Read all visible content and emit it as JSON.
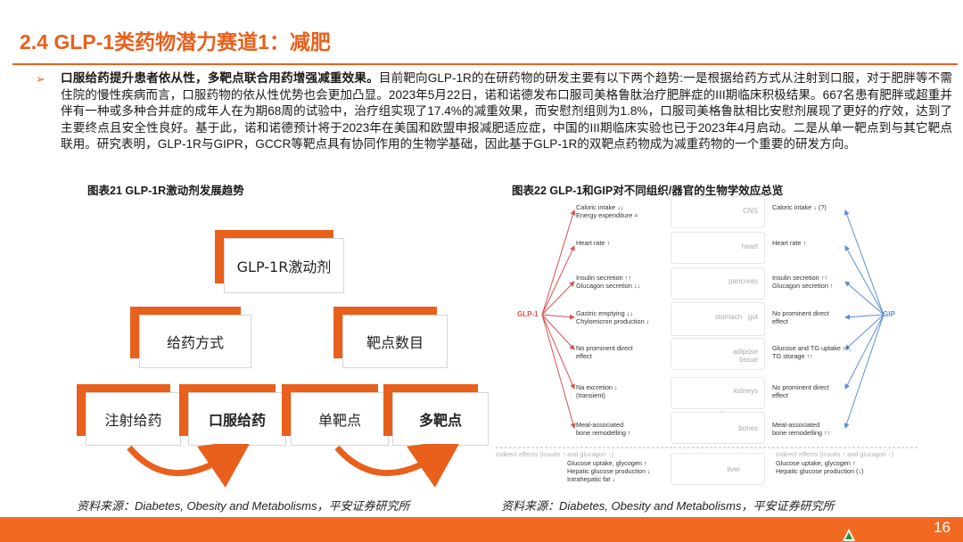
{
  "title": "2.4 GLP-1类药物潜力赛道1：减肥",
  "bullet": "➢",
  "paragraph": {
    "lead": "口服给药提升患者依从性，多靶点联合用药增强减重效果。",
    "body": "目前靶向GLP-1R的在研药物的研发主要有以下两个趋势:一是根据给药方式从注射到口服，对于肥胖等不需住院的慢性疾病而言，口服药物的依从性优势也会更加凸显。2023年5月22日，诺和诺德发布口服司美格鲁肽治疗肥胖症的III期临床积极结果。667名患有肥胖或超重并伴有一种或多种合并症的成年人在为期68周的试验中，治疗组实现了17.4%的减重效果，而安慰剂组则为1.8%，口服司美格鲁肽相比安慰剂展现了更好的疗效，达到了主要终点且安全性良好。基于此，诺和诺德预计将于2023年在美国和欧盟申报减肥适应症，中国的III期临床实验也已于2023年4月启动。二是从单一靶点到与其它靶点联用。研究表明，GLP-1R与GIPR，GCCR等靶点具有协同作用的生物学基础，因此基于GLP-1R的双靶点药物成为减重药物的一个重要的研发方向。"
  },
  "figure21": {
    "title": "图表21 GLP-1R激动剂发展趋势",
    "root": "GLP-1R激动剂",
    "mid_left": "给药方式",
    "mid_right": "靶点数目",
    "leaf1": "注射给药",
    "leaf2": "口服给药",
    "leaf3": "单靶点",
    "leaf4": "多靶点",
    "source": "资料来源：Diabetes, Obesity and Metabolisms，平安证券研究所"
  },
  "figure22": {
    "title": "图表22 GLP-1和GIP对不同组织/器官的生物学效应总览",
    "glp_label": "GLP-1",
    "gip_label": "GIP",
    "rows": [
      {
        "organ": "CNS",
        "left": "Caloric intake ↓↓\nEnergy expenditure ≈",
        "right": "Caloric intake ↓ (?)"
      },
      {
        "organ": "heart",
        "left": "Heart rate ↑",
        "right": "Heart rate ↑"
      },
      {
        "organ": "pancreas",
        "left": "Insulin secretion ↑↑\nGlucagon secretion ↓↓",
        "right": "Insulin secretion ↑↑\nGlucagon secretion ↑"
      },
      {
        "organ": "stomach   gut",
        "left": "Gastric emptying ↓↓\nChylomicron production ↓",
        "right": "No prominent direct\neffect"
      },
      {
        "organ": "adipose\ntissue",
        "left": "No prominent direct\neffect",
        "right": "Glucose and TG uptake ↑↑,\nTG storage ↑↑"
      },
      {
        "organ": "kidneys",
        "left": "Na excretion ↓\n(transient)",
        "right": "No prominent direct\neffect"
      },
      {
        "organ": "bones",
        "left": "Meal-associated\nbone remodelling ↑",
        "right": "Meal-associated\nbone remodelling ↑↑"
      }
    ],
    "indirect_left": "Indirect effects (insulin ↑ and glucagon ↓)",
    "indirect_right": "Indirect effects (insulin ↑ and glucagon ↑)",
    "liver": {
      "organ": "liver",
      "left": "Glucose uptake, glycogen ↑\nHepatic glucose production ↓\nIntrahepatic fat ↓",
      "right": "Glucose uptake, glycogen ↑\nHepatic glucose production (↓)"
    },
    "source": "资料来源：Diabetes, Obesity and Metabolisms，平安证券研究所"
  },
  "page_number": "16",
  "colors": {
    "accent": "#e8601c",
    "footer": "#f06a22",
    "glp_arrow": "#d9534f",
    "gip_arrow": "#5b8ed6"
  }
}
